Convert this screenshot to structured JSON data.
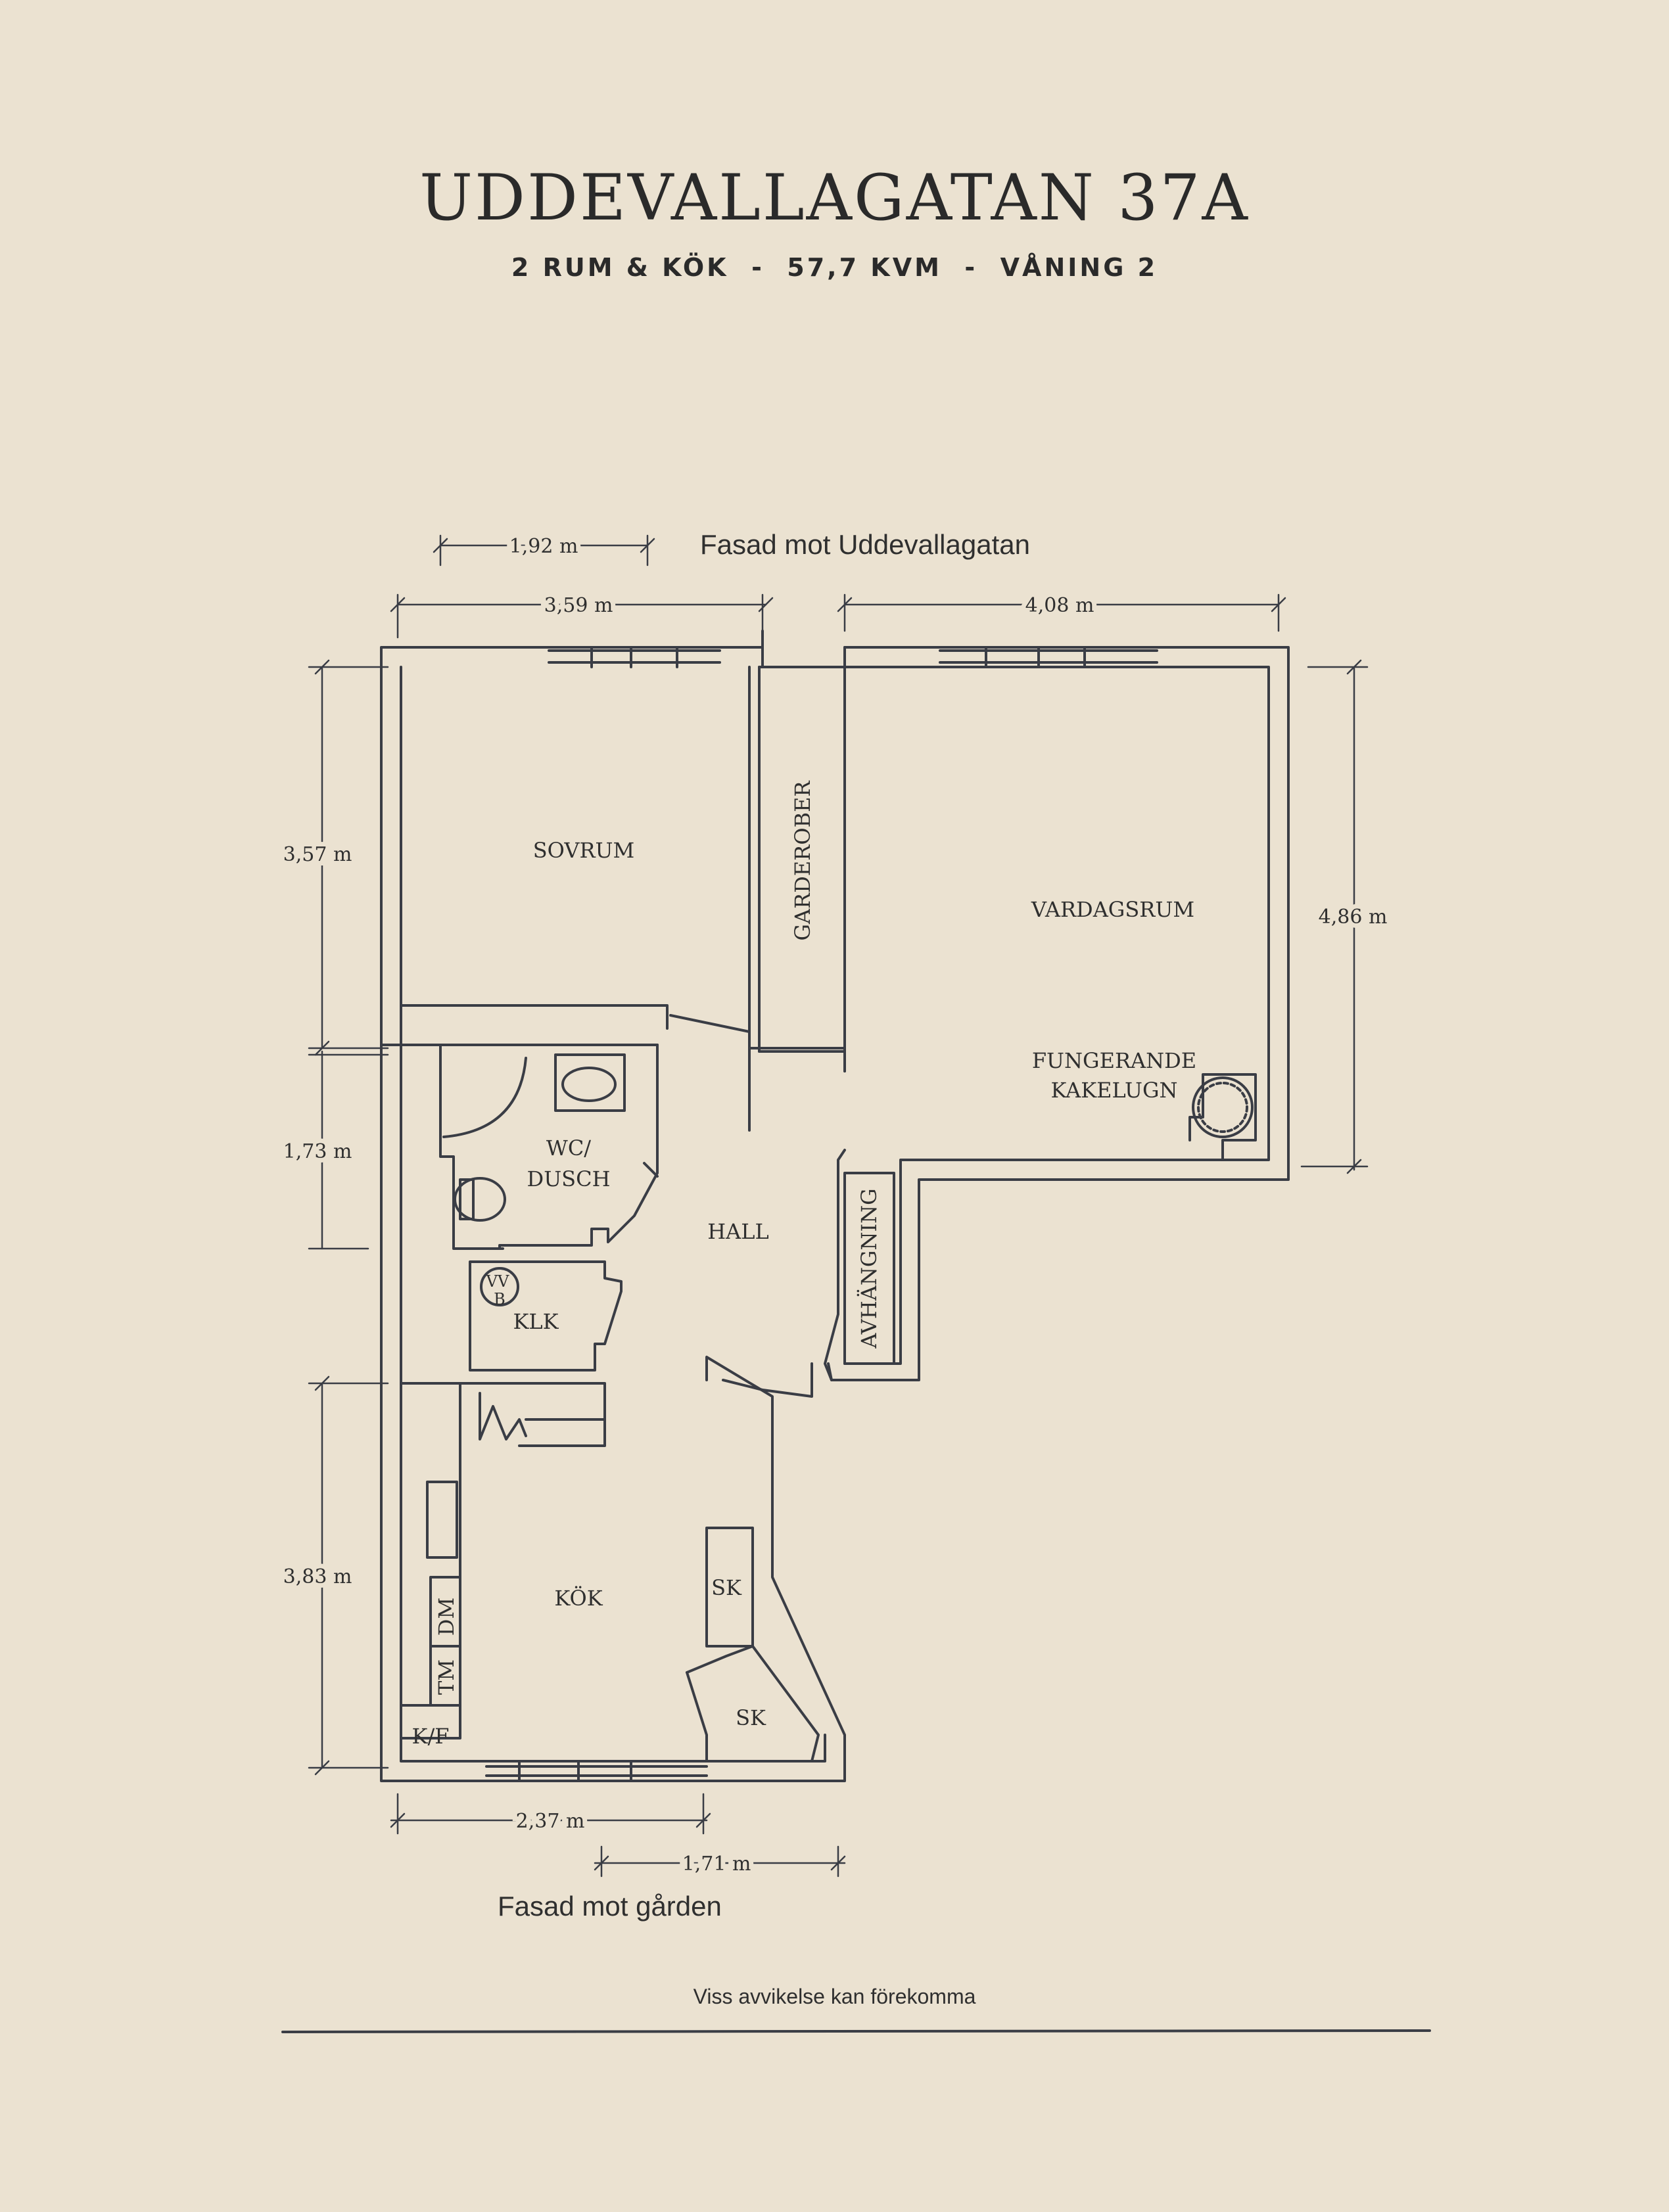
{
  "header": {
    "title": "UDDEVALLAGATAN 37A",
    "subtitle": "2 RUM & KÖK  -  57,7 KVM  -  VÅNING 2"
  },
  "facades": {
    "top": "Fasad mot Uddevallagatan",
    "bottom": "Fasad mot gården"
  },
  "dimensions": {
    "d1": "1,92 m",
    "d2": "3,59 m",
    "d3": "4,08 m",
    "d4": "3,57 m",
    "d5": "4,86 m",
    "d6": "1,73 m",
    "d7": "3,83 m",
    "d8": "2,37 m",
    "d9": "1,71 m"
  },
  "rooms": {
    "sovrum": "SOVRUM",
    "garderober": "GARDEROBER",
    "vardagsrum": "VARDAGSRUM",
    "kakelugn_1": "FUNGERANDE",
    "kakelugn_2": "KAKELUGN",
    "wc_1": "WC/",
    "wc_2": "DUSCH",
    "hall": "HALL",
    "avhangning": "AVHÄNGNING",
    "vv": "VV",
    "b": "B",
    "klk": "KLK",
    "kok": "KÖK",
    "sk1": "SK",
    "sk2": "SK",
    "dm": "DM",
    "tm": "TM",
    "kf": "K/F"
  },
  "footer": {
    "disclaimer": "Viss avvikelse kan förekomma"
  },
  "colors": {
    "background": "#ebe2d1",
    "ink": "#3a3d45"
  }
}
